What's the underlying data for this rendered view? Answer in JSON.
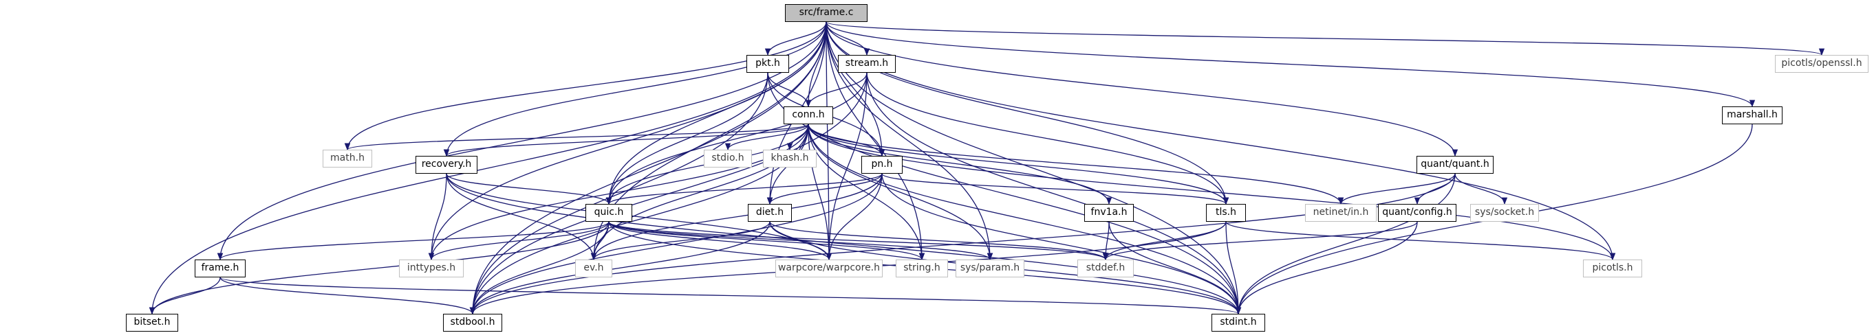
{
  "graph": {
    "nodes": {
      "frame_c": "src/frame.c",
      "pkt_h": "pkt.h",
      "stream_h": "stream.h",
      "picotls_openssl_h": "picotls/openssl.h",
      "marshall_h": "marshall.h",
      "conn_h": "conn.h",
      "math_h": "math.h",
      "recovery_h": "recovery.h",
      "stdio_h": "stdio.h",
      "khash_h": "khash.h",
      "pn_h": "pn.h",
      "quant_quant_h": "quant/quant.h",
      "quic_h": "quic.h",
      "diet_h": "diet.h",
      "fnv1a_h": "fnv1a.h",
      "tls_h": "tls.h",
      "netinet_in_h": "netinet/in.h",
      "quant_config_h": "quant/config.h",
      "sys_socket_h": "sys/socket.h",
      "frame_h": "frame.h",
      "inttypes_h": "inttypes.h",
      "ev_h": "ev.h",
      "warpcore_h": "warpcore/warpcore.h",
      "string_h": "string.h",
      "sys_param_h": "sys/param.h",
      "stddef_h": "stddef.h",
      "picotls_h": "picotls.h",
      "bitset_h": "bitset.h",
      "stdbool_h": "stdbool.h",
      "stdint_h": "stdint.h"
    }
  }
}
